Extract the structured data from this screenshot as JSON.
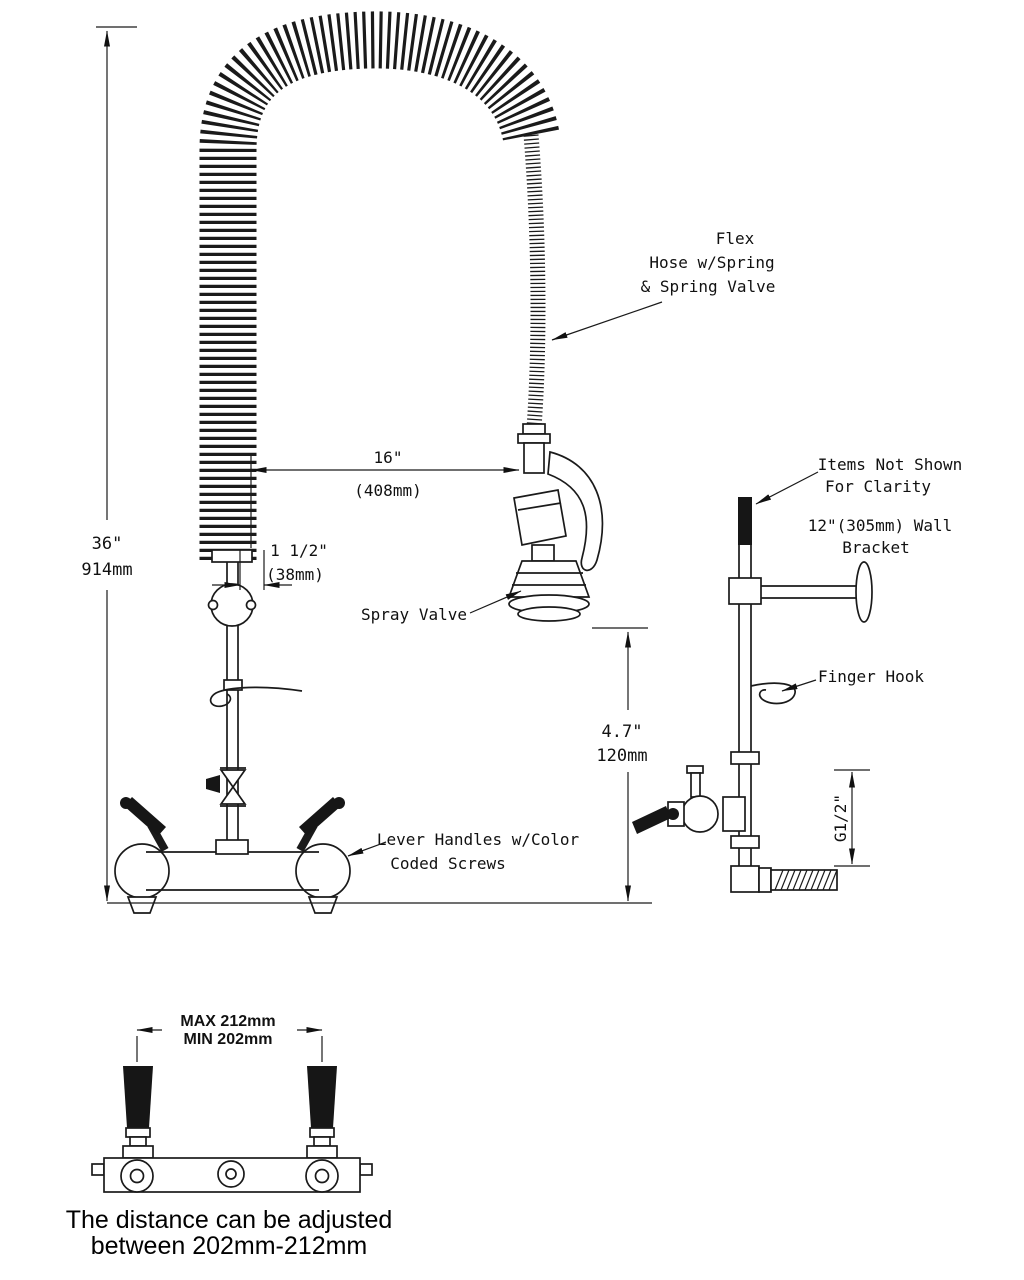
{
  "page": {
    "background": "#ffffff",
    "line_color": "#1a1a1a"
  },
  "diagram": {
    "labels": {
      "flex_hose": {
        "line1": "Flex",
        "line2": "Hose w/Spring",
        "line3": "& Spring Valve"
      },
      "spray_valve": "Spray Valve",
      "lever_handles": {
        "line1": "Lever Handles w/Color",
        "line2": "Coded Screws"
      },
      "items_not_shown": {
        "line1": "Items Not Shown",
        "line2": "For Clarity"
      },
      "wall_bracket": {
        "line1": "12\"(305mm) Wall",
        "line2": "Bracket"
      },
      "finger_hook": "Finger Hook",
      "thread": "G1/2\""
    },
    "dimensions": {
      "height": {
        "inches": "36\"",
        "mm": "914mm"
      },
      "hose_reach": {
        "inches": "16\"",
        "mm": "(408mm)"
      },
      "offset": {
        "inches": "1 1/2\"",
        "mm": "(38mm)"
      },
      "spout_clearance": {
        "inches": "4.7\"",
        "mm": "120mm"
      },
      "mount_max": "MAX 212mm",
      "mount_min": "MIN 202mm"
    },
    "note": {
      "line1": "The distance can be adjusted",
      "line2": "between 202mm-212mm"
    }
  }
}
